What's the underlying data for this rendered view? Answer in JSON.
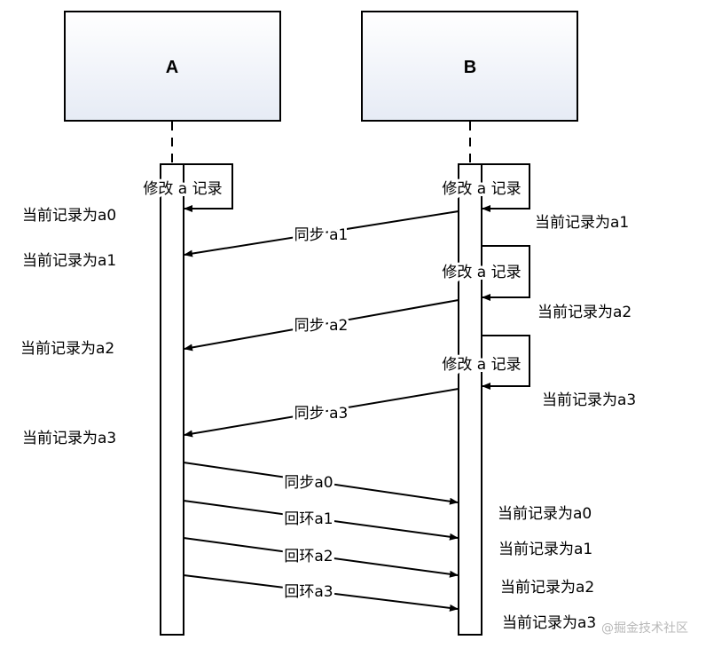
{
  "participants": [
    {
      "id": "A",
      "label": "A"
    },
    {
      "id": "B",
      "label": "B"
    }
  ],
  "colors": {
    "box_fill_top": "#ffffff",
    "box_fill_bottom": "#e6ebf5",
    "stroke": "#000000",
    "text": "#000000",
    "watermark": "#b8b8b8"
  },
  "self_calls": [
    {
      "owner": "A",
      "label": "修改 a 记录"
    },
    {
      "owner": "B",
      "label": "修改 a 记录"
    },
    {
      "owner": "B",
      "label": "修改 a 记录"
    },
    {
      "owner": "B",
      "label": "修改 a 记录"
    }
  ],
  "messages": [
    {
      "from": "B",
      "to": "A",
      "label": "同步 a1"
    },
    {
      "from": "B",
      "to": "A",
      "label": "同步 a2"
    },
    {
      "from": "B",
      "to": "A",
      "label": "同步 a3"
    },
    {
      "from": "A",
      "to": "B",
      "label": "同步a0"
    },
    {
      "from": "A",
      "to": "B",
      "label": "回环a1"
    },
    {
      "from": "A",
      "to": "B",
      "label": "回环a2"
    },
    {
      "from": "A",
      "to": "B",
      "label": "回环a3"
    }
  ],
  "state_notes": {
    "A": [
      "当前记录为a0",
      "当前记录为a1",
      "当前记录为a2",
      "当前记录为a3"
    ],
    "B_right": [
      "当前记录为a1",
      "当前记录为a2",
      "当前记录为a3"
    ],
    "B_bottom": [
      "当前记录为a0",
      "当前记录为a1",
      "当前记录为a2",
      "当前记录为a3"
    ]
  },
  "watermark": "@掘金技术社区"
}
